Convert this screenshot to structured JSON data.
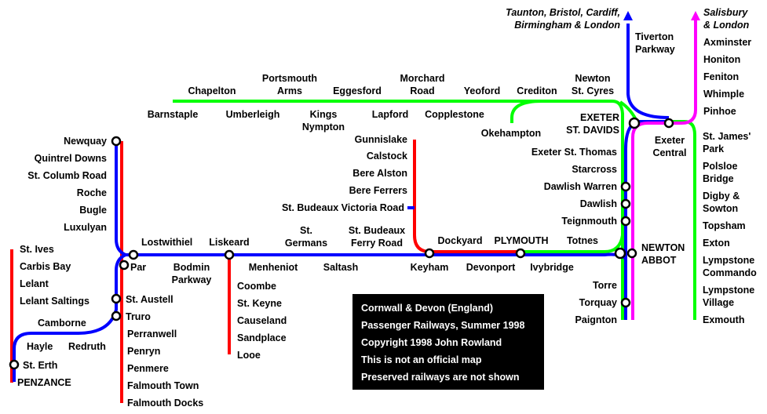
{
  "colors": {
    "intercity": "#0000ff",
    "branch": "#ff0000",
    "regional": "#00ff00",
    "southwest": "#ff00ff"
  },
  "destinations": {
    "north1": "Taunton, Bristol, Cardiff,",
    "north2": "Birmingham & London",
    "east1": "Salisbury",
    "east2": "& London"
  },
  "stations": {
    "penzance": "PENZANCE",
    "st_erth": "St. Erth",
    "hayle": "Hayle",
    "camborne": "Camborne",
    "redruth": "Redruth",
    "st_ives": "St. Ives",
    "carbis_bay": "Carbis Bay",
    "lelant": "Lelant",
    "lelant_saltings": "Lelant Saltings",
    "truro": "Truro",
    "st_austell": "St. Austell",
    "par": "Par",
    "perranwell": "Perranwell",
    "penryn": "Penryn",
    "penmere": "Penmere",
    "falmouth_town": "Falmouth Town",
    "falmouth_docks": "Falmouth Docks",
    "newquay": "Newquay",
    "quintrel_downs": "Quintrel Downs",
    "st_columb_road": "St. Columb Road",
    "roche": "Roche",
    "bugle": "Bugle",
    "luxulyan": "Luxulyan",
    "lostwithiel": "Lostwithiel",
    "bodmin1": "Bodmin",
    "bodmin2": "Parkway",
    "liskeard": "Liskeard",
    "menheniot": "Menheniot",
    "st_germans1": "St.",
    "st_germans2": "Germans",
    "saltash": "Saltash",
    "ferry1": "St. Budeaux",
    "ferry2": "Ferry Road",
    "keyham": "Keyham",
    "dockyard": "Dockyard",
    "devonport": "Devonport",
    "plymouth": "PLYMOUTH",
    "coombe": "Coombe",
    "st_keyne": "St. Keyne",
    "causeland": "Causeland",
    "sandplace": "Sandplace",
    "looe": "Looe",
    "gunnislake": "Gunnislake",
    "calstock": "Calstock",
    "bere_alston": "Bere Alston",
    "bere_ferrers": "Bere Ferrers",
    "victoria_road": "St. Budeaux Victoria Road",
    "ivybridge": "Ivybridge",
    "totnes": "Totnes",
    "newton_abbot1": "NEWTON",
    "newton_abbot2": "ABBOT",
    "torre": "Torre",
    "torquay": "Torquay",
    "paignton": "Paignton",
    "teignmouth": "Teignmouth",
    "dawlish": "Dawlish",
    "dawlish_warren": "Dawlish Warren",
    "starcross": "Starcross",
    "exeter_st_thomas": "Exeter St. Thomas",
    "exeter_sd1": "EXETER",
    "exeter_sd2": "ST. DAVIDS",
    "exeter_central1": "Exeter",
    "exeter_central2": "Central",
    "tiverton1": "Tiverton",
    "tiverton2": "Parkway",
    "axminster": "Axminster",
    "honiton": "Honiton",
    "feniton": "Feniton",
    "whimple": "Whimple",
    "pinhoe": "Pinhoe",
    "st_james1": "St. James'",
    "st_james2": "Park",
    "polsloe1": "Polsloe",
    "polsloe2": "Bridge",
    "digby1": "Digby &",
    "digby2": "Sowton",
    "topsham": "Topsham",
    "exton": "Exton",
    "lc1": "Lympstone",
    "lc2": "Commando",
    "lv1": "Lympstone",
    "lv2": "Village",
    "exmouth": "Exmouth",
    "barnstaple": "Barnstaple",
    "chapelton": "Chapelton",
    "umberleigh": "Umberleigh",
    "portsmouth1": "Portsmouth",
    "portsmouth2": "Arms",
    "kings1": "Kings",
    "kings2": "Nympton",
    "eggesford": "Eggesford",
    "lapford": "Lapford",
    "morchard1": "Morchard",
    "morchard2": "Road",
    "copplestone": "Copplestone",
    "yeoford": "Yeoford",
    "crediton": "Crediton",
    "newton_st_cyres1": "Newton",
    "newton_st_cyres2": "St. Cyres",
    "okehampton": "Okehampton"
  },
  "info_box": [
    "Cornwall & Devon (England)",
    "Passenger Railways, Summer 1998",
    "Copyright 1998 John Rowland",
    "This is not an official map",
    "Preserved railways are not shown"
  ]
}
